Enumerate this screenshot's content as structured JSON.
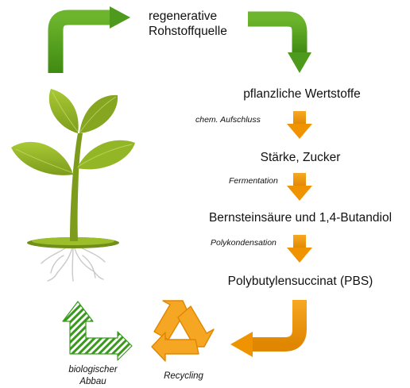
{
  "source": {
    "line1": "regenerative",
    "line2": "Rohstoffquelle"
  },
  "products": [
    "pflanzliche Wertstoffe",
    "Stärke, Zucker",
    "Bernsteinsäure und 1,4-Butandiol",
    "Polybutylensuccinat (PBS)"
  ],
  "processes": [
    "chem. Aufschluss",
    "Fermentation",
    "Polykondensation"
  ],
  "end_of_life": {
    "biodegradation_line1": "biologischer",
    "biodegradation_line2": "Abbau",
    "recycling": "Recycling"
  },
  "colors": {
    "green_arrow": "#4e9a1c",
    "orange_arrow": "#f09300",
    "plant_light": "#9cbe2a",
    "plant_dark": "#6f8f18",
    "root": "#c9c9c9"
  },
  "icons": [
    "plant-icon",
    "recycling-icon",
    "biodegradation-arrow-icon"
  ]
}
